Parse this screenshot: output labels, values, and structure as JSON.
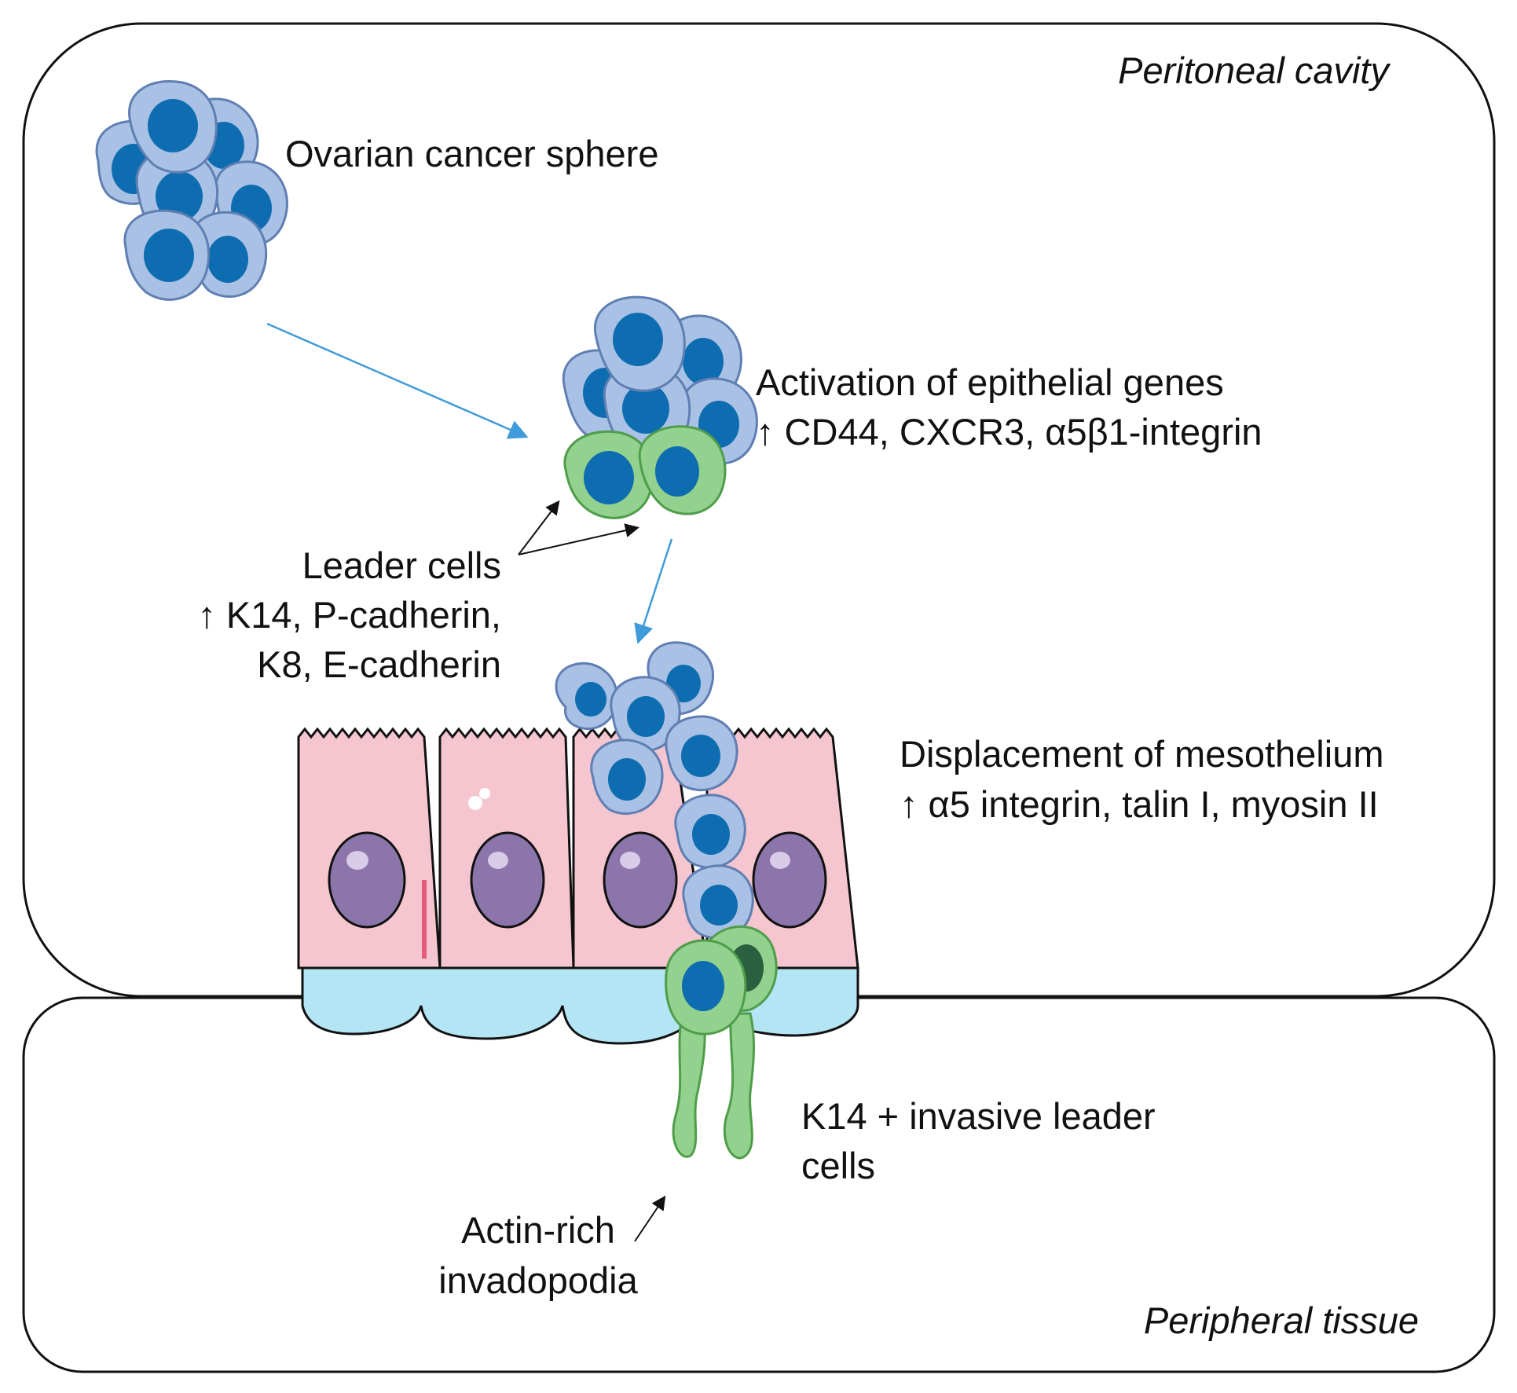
{
  "regions": {
    "upper": "Peritoneal cavity",
    "lower": "Peripheral tissue"
  },
  "labels": {
    "sphere": "Ovarian cancer sphere",
    "activation_title": "Activation of epithelial genes",
    "activation_markers": "↑ CD44, CXCR3, α5β1-integrin",
    "leader_title": "Leader cells",
    "leader_markers_1": "↑ K14, P-cadherin,",
    "leader_markers_2": "K8, E-cadherin",
    "displacement_title": "Displacement of mesothelium",
    "displacement_markers": "↑ α5 integrin, talin I, myosin II",
    "invasive_1": "K14 + invasive leader",
    "invasive_2": "cells",
    "invadopodia_1": "Actin-rich",
    "invadopodia_2": "invadopodia"
  },
  "colors": {
    "cancer_cell_fill": "#a9c1e4",
    "cancer_cell_outline": "#5f7fb3",
    "cancer_nucleus": "#0d6db0",
    "leader_cell_fill": "#93d18e",
    "leader_cell_outline": "#4f9d4a",
    "mesothelial_cell": "#f6c6d0",
    "mesothelial_nucleus": "#8c75aa",
    "basement_membrane": "#b3e5f5",
    "flow_arrow": "#3f9bd9",
    "pointer_arrow": "#111111"
  }
}
